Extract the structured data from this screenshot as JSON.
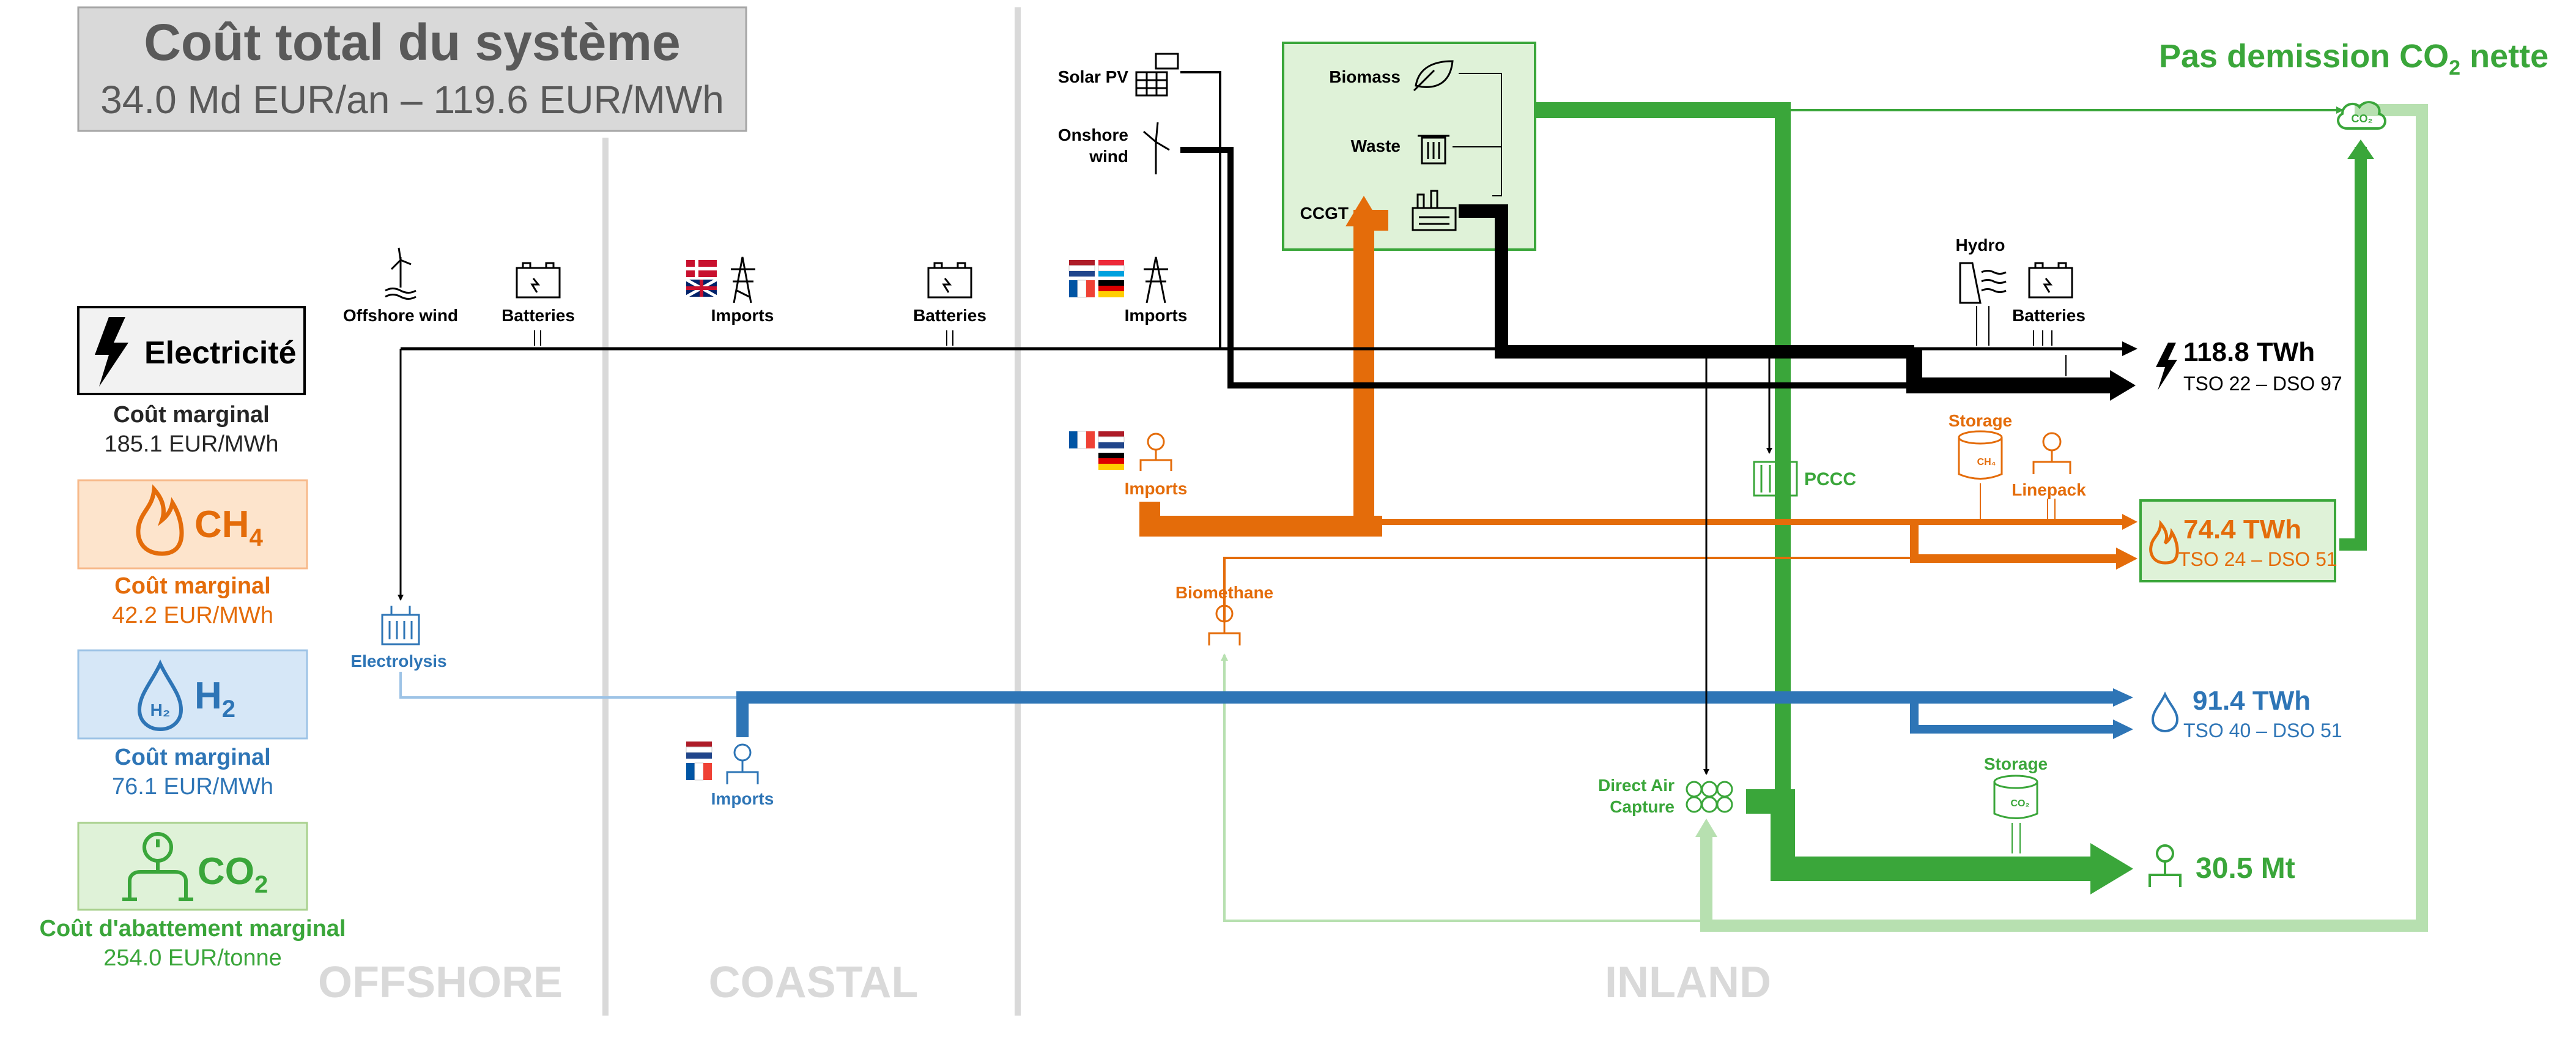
{
  "header": {
    "title": "Coût total du système",
    "subtitle": "34.0 Md EUR/an – 119.6 EUR/MWh"
  },
  "legend": {
    "electricity": {
      "name": "Electricité",
      "cost_label": "Coût marginal",
      "cost_value": "185.1 EUR/MWh",
      "color": "#000000"
    },
    "ch4": {
      "name": "CH",
      "sub": "4",
      "cost_label": "Coût marginal",
      "cost_value": "42.2 EUR/MWh",
      "color": "#e46c0a",
      "bg": "#fde4cc"
    },
    "h2": {
      "name": "H",
      "sub": "2",
      "cost_label": "Coût marginal",
      "cost_value": "76.1 EUR/MWh",
      "color": "#2e75b6",
      "bg": "#d6e7f7"
    },
    "co2": {
      "name": "CO",
      "sub": "2",
      "cost_label": "Coût d'abattement marginal",
      "cost_value": "254.0 EUR/tonne",
      "color": "#3aa63a",
      "bg": "#dff2d8"
    }
  },
  "regions": {
    "offshore": "OFFSHORE",
    "coastal": "COASTAL",
    "inland": "INLAND"
  },
  "nodes": {
    "offshore_wind": "Offshore wind",
    "batteries_offshore": "Batteries",
    "imports_coastal": "Imports",
    "batteries_coastal": "Batteries",
    "solar_pv": "Solar PV",
    "onshore_wind_1": "Onshore",
    "onshore_wind_2": "wind",
    "imports_inland_elec": "Imports",
    "biomass": "Biomass",
    "waste": "Waste",
    "ccgt": "CCGT",
    "hydro": "Hydro",
    "batteries_inland": "Batteries",
    "pccc": "PCCC",
    "storage_ch4": "Storage",
    "linepack": "Linepack",
    "imports_inland_ch4": "Imports",
    "biomethane": "Biomethane",
    "electrolysis": "Electrolysis",
    "imports_h2": "Imports",
    "dac_1": "Direct Air",
    "dac_2": "Capture",
    "storage_co2": "Storage"
  },
  "outputs": {
    "elec_value": "118.8 TWh",
    "elec_sub": "TSO 22 – DSO 97",
    "ch4_value": "74.4 TWh",
    "ch4_sub": "TSO 24 – DSO 51",
    "h2_value": "91.4 TWh",
    "h2_sub": "TSO 40 – DSO 51",
    "co2_value": "30.5 Mt",
    "net_zero_main": "Pas demission CO",
    "net_zero_sub": "2",
    "net_zero_end": " nette"
  },
  "colors": {
    "electricity": "#000000",
    "ch4": "#e46c0a",
    "h2": "#2e75b6",
    "co2": "#3aa63a",
    "co2_light": "#b7e0b0",
    "divider": "#d9d9d9",
    "region_text": "#d9d9d9"
  }
}
